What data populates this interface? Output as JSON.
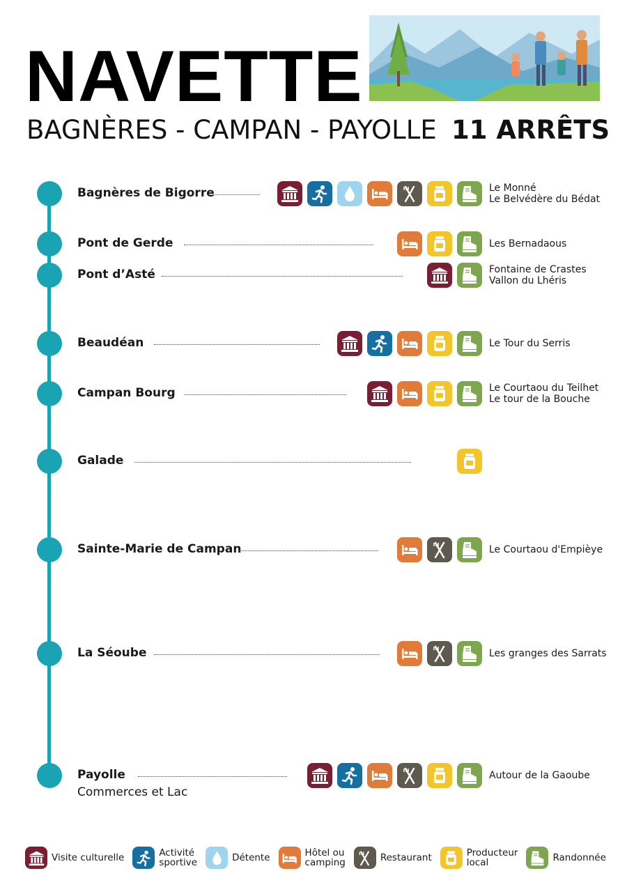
{
  "header": {
    "title": "NAVETTE",
    "route": "BAGNÈRES - CAMPAN - PAYOLLE",
    "stops_count": "11 ARRÊTS"
  },
  "colors": {
    "line": "#19a3b3",
    "culture": "#7a1f33",
    "sport": "#166fa1",
    "relax": "#9fd4ee",
    "hotel": "#e07b39",
    "restaurant": "#5e5a4f",
    "producer": "#f2c52b",
    "hiking": "#7ea64f"
  },
  "stops": [
    {
      "name": "Bagnères de Bigorre",
      "sub": "",
      "icons": [
        "culture-icon",
        "sport-icon",
        "relax-icon",
        "hotel-icon",
        "restaurant-icon",
        "producer-icon",
        "hiking-icon"
      ],
      "trails": [
        "Le Monné",
        "Le Belvédère du Bédat"
      ]
    },
    {
      "name": "Pont de Gerde",
      "sub": "",
      "icons": [
        "hotel-icon",
        "producer-icon",
        "hiking-icon"
      ],
      "trails": [
        "Les Bernadaous"
      ]
    },
    {
      "name": "Pont d’Asté",
      "sub": "",
      "icons": [
        "culture-icon",
        "hiking-icon"
      ],
      "trails": [
        "Fontaine de Crastes",
        "Vallon du Lhéris"
      ]
    },
    {
      "name": "Beaudéan",
      "sub": "",
      "icons": [
        "culture-icon",
        "sport-icon",
        "hotel-icon",
        "producer-icon",
        "hiking-icon"
      ],
      "trails": [
        "Le Tour du Serris"
      ]
    },
    {
      "name": "Campan Bourg",
      "sub": "",
      "icons": [
        "culture-icon",
        "hotel-icon",
        "producer-icon",
        "hiking-icon"
      ],
      "trails": [
        "Le Courtaou du Teilhet",
        "Le tour de la Bouche"
      ]
    },
    {
      "name": "Galade",
      "sub": "",
      "icons": [
        "producer-icon"
      ],
      "trails": []
    },
    {
      "name": "Sainte-Marie de Campan",
      "sub": "",
      "icons": [
        "hotel-icon",
        "restaurant-icon",
        "hiking-icon"
      ],
      "trails": [
        "Le Courtaou d'Empièye"
      ]
    },
    {
      "name": "La Séoube",
      "sub": "",
      "icons": [
        "hotel-icon",
        "restaurant-icon",
        "hiking-icon"
      ],
      "trails": [
        "Les granges des Sarrats"
      ]
    },
    {
      "name": "Payolle",
      "sub": "Commerces et Lac",
      "icons": [
        "culture-icon",
        "sport-icon",
        "hotel-icon",
        "restaurant-icon",
        "producer-icon",
        "hiking-icon"
      ],
      "trails": [
        "Autour de la Gaoube"
      ]
    }
  ],
  "legend": [
    {
      "icon": "culture-icon",
      "label1": "Visite culturelle",
      "label2": ""
    },
    {
      "icon": "sport-icon",
      "label1": "Activité",
      "label2": "sportive"
    },
    {
      "icon": "relax-icon",
      "label1": "Détente",
      "label2": ""
    },
    {
      "icon": "hotel-icon",
      "label1": "Hôtel ou",
      "label2": "camping"
    },
    {
      "icon": "restaurant-icon",
      "label1": "Restaurant",
      "label2": ""
    },
    {
      "icon": "producer-icon",
      "label1": "Producteur",
      "label2": "local"
    },
    {
      "icon": "hiking-icon",
      "label1": "Randonnée",
      "label2": ""
    }
  ]
}
